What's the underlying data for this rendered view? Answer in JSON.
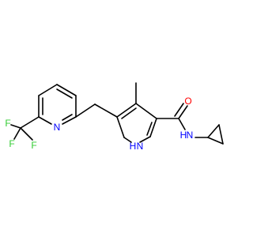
{
  "molecule": {
    "atom_labels": {
      "O": "O",
      "NH_amide": "N",
      "H_amide": "H",
      "NH_pyrrole": "N",
      "H_pyrrole": "H",
      "N_pyridine": "N",
      "F1": "F",
      "F2": "F",
      "F3": "F"
    },
    "colors": {
      "bond": "#000000",
      "oxygen": "#ff0000",
      "nitrogen": "#0000ff",
      "fluorine": "#33cc33"
    }
  }
}
